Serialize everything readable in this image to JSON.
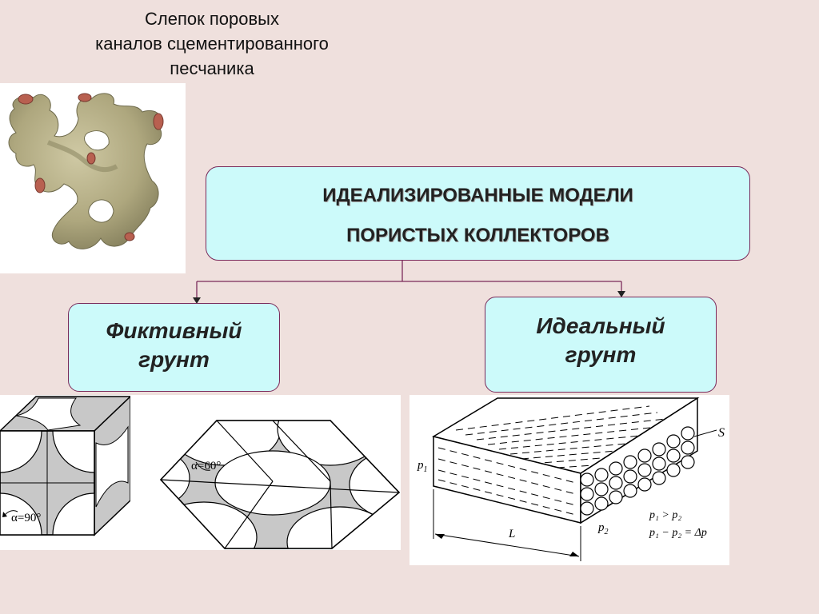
{
  "cast": {
    "title_lines": [
      "Слепок поровых",
      "каналов сцементированного",
      "песчаника"
    ]
  },
  "main_box": {
    "line1": "ИДЕАЛИЗИРОВАННЫЕ МОДЕЛИ",
    "line2": "ПОРИСТЫХ КОЛЛЕКТОРОВ"
  },
  "fictive": {
    "line1": "Фиктивный",
    "line2": "грунт"
  },
  "ideal": {
    "line1": "Идеальный",
    "line2": "грунт"
  },
  "cube_diagram": {
    "angle_label": "α=90°"
  },
  "rhombic_diagram": {
    "angle_label": "α=60°"
  },
  "tube_diagram": {
    "label_s": "S",
    "label_p1": "p",
    "label_p1_sub": "1",
    "label_p2": "p",
    "label_p2_sub": "2",
    "label_l": "L",
    "relation1": "p₁ > p₂",
    "relation2": "p₁ − p₂ = Δp"
  },
  "colors": {
    "background": "#efe0dd",
    "box_fill": "#ccfafa",
    "box_border": "#7a2a5a",
    "connector": "#7a2a5a",
    "pore_gray": "#c8c8c8",
    "cast_body": "#b8b088",
    "cast_cap": "#b86050"
  }
}
